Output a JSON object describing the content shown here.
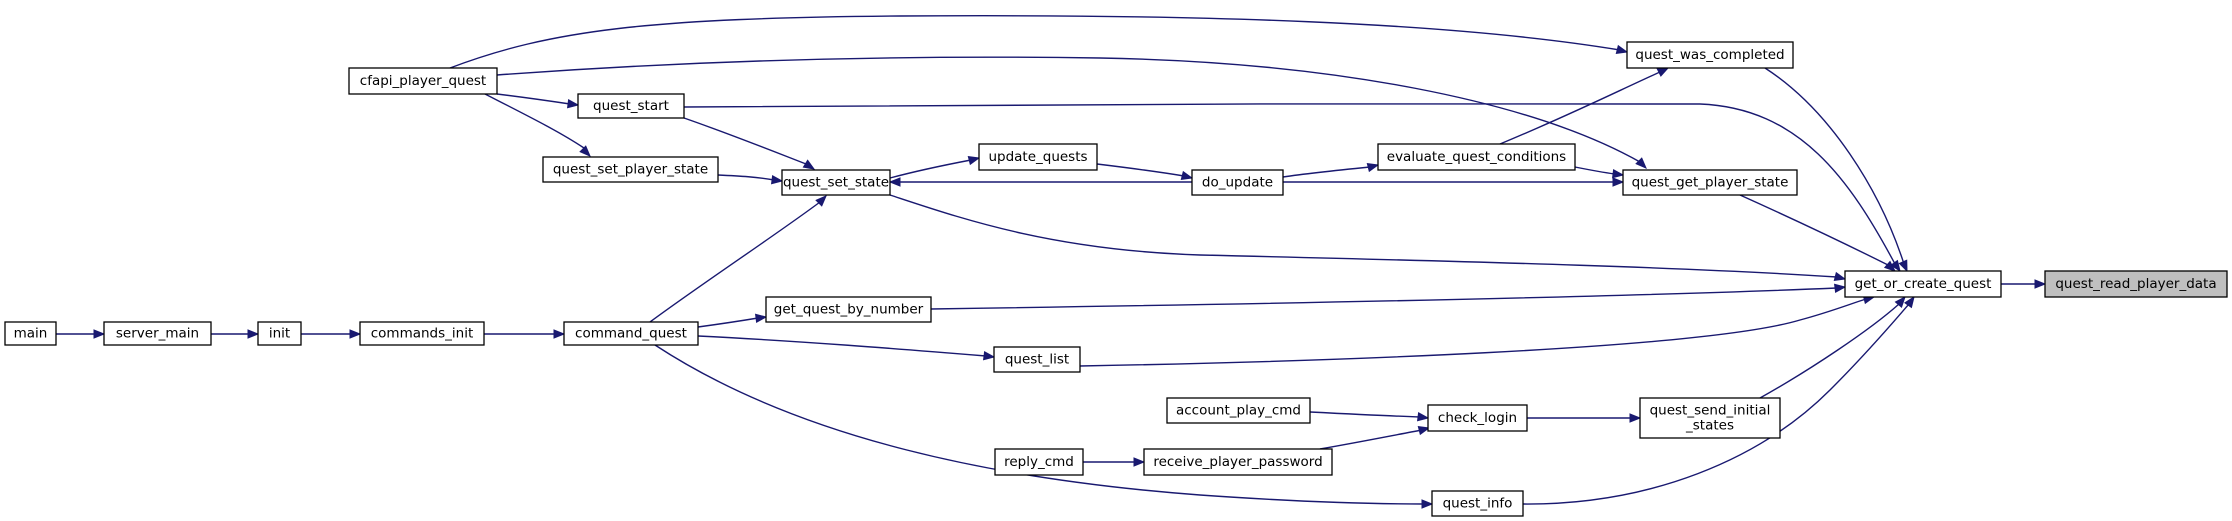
{
  "graph": {
    "nodes": [
      {
        "id": "main",
        "label": "main"
      },
      {
        "id": "server_main",
        "label": "server_main"
      },
      {
        "id": "init",
        "label": "init"
      },
      {
        "id": "commands_init",
        "label": "commands_init"
      },
      {
        "id": "command_quest",
        "label": "command_quest"
      },
      {
        "id": "cfapi_player_quest",
        "label": "cfapi_player_quest"
      },
      {
        "id": "quest_start",
        "label": "quest_start"
      },
      {
        "id": "quest_set_player_state",
        "label": "quest_set_player_state"
      },
      {
        "id": "quest_set_state",
        "label": "quest_set_state"
      },
      {
        "id": "update_quests",
        "label": "update_quests"
      },
      {
        "id": "do_update",
        "label": "do_update"
      },
      {
        "id": "evaluate_quest_conditions",
        "label": "evaluate_quest_conditions"
      },
      {
        "id": "quest_was_completed",
        "label": "quest_was_completed"
      },
      {
        "id": "quest_get_player_state",
        "label": "quest_get_player_state"
      },
      {
        "id": "get_quest_by_number",
        "label": "get_quest_by_number"
      },
      {
        "id": "quest_list",
        "label": "quest_list"
      },
      {
        "id": "account_play_cmd",
        "label": "account_play_cmd"
      },
      {
        "id": "check_login",
        "label": "check_login"
      },
      {
        "id": "reply_cmd",
        "label": "reply_cmd"
      },
      {
        "id": "receive_player_password",
        "label": "receive_player_password"
      },
      {
        "id": "quest_send_initial_states",
        "label": [
          "quest_send_initial",
          "_states"
        ]
      },
      {
        "id": "quest_info",
        "label": "quest_info"
      },
      {
        "id": "get_or_create_quest",
        "label": "get_or_create_quest"
      },
      {
        "id": "quest_read_player_data",
        "label": "quest_read_player_data",
        "focus": true
      }
    ],
    "edges": [
      {
        "from": "main",
        "to": "server_main"
      },
      {
        "from": "server_main",
        "to": "init"
      },
      {
        "from": "init",
        "to": "commands_init"
      },
      {
        "from": "commands_init",
        "to": "command_quest"
      },
      {
        "from": "command_quest",
        "to": "quest_set_state"
      },
      {
        "from": "command_quest",
        "to": "get_quest_by_number"
      },
      {
        "from": "command_quest",
        "to": "quest_list"
      },
      {
        "from": "command_quest",
        "to": "quest_info"
      },
      {
        "from": "cfapi_player_quest",
        "to": "quest_start"
      },
      {
        "from": "cfapi_player_quest",
        "to": "quest_set_player_state"
      },
      {
        "from": "cfapi_player_quest",
        "to": "quest_was_completed"
      },
      {
        "from": "cfapi_player_quest",
        "to": "quest_get_player_state"
      },
      {
        "from": "quest_start",
        "to": "quest_set_state"
      },
      {
        "from": "quest_start",
        "to": "get_or_create_quest"
      },
      {
        "from": "quest_set_player_state",
        "to": "quest_set_state"
      },
      {
        "from": "quest_set_state",
        "to": "update_quests"
      },
      {
        "from": "quest_set_state",
        "to": "get_or_create_quest"
      },
      {
        "from": "update_quests",
        "to": "do_update"
      },
      {
        "from": "do_update",
        "to": "quest_set_state"
      },
      {
        "from": "do_update",
        "to": "evaluate_quest_conditions"
      },
      {
        "from": "do_update",
        "to": "quest_get_player_state"
      },
      {
        "from": "evaluate_quest_conditions",
        "to": "quest_was_completed"
      },
      {
        "from": "evaluate_quest_conditions",
        "to": "quest_get_player_state"
      },
      {
        "from": "quest_was_completed",
        "to": "get_or_create_quest"
      },
      {
        "from": "quest_get_player_state",
        "to": "get_or_create_quest"
      },
      {
        "from": "get_quest_by_number",
        "to": "get_or_create_quest"
      },
      {
        "from": "quest_list",
        "to": "get_or_create_quest"
      },
      {
        "from": "account_play_cmd",
        "to": "check_login"
      },
      {
        "from": "reply_cmd",
        "to": "receive_player_password"
      },
      {
        "from": "receive_player_password",
        "to": "check_login"
      },
      {
        "from": "check_login",
        "to": "quest_send_initial_states"
      },
      {
        "from": "quest_send_initial_states",
        "to": "get_or_create_quest"
      },
      {
        "from": "quest_info",
        "to": "get_or_create_quest"
      },
      {
        "from": "get_or_create_quest",
        "to": "quest_read_player_data"
      }
    ]
  }
}
